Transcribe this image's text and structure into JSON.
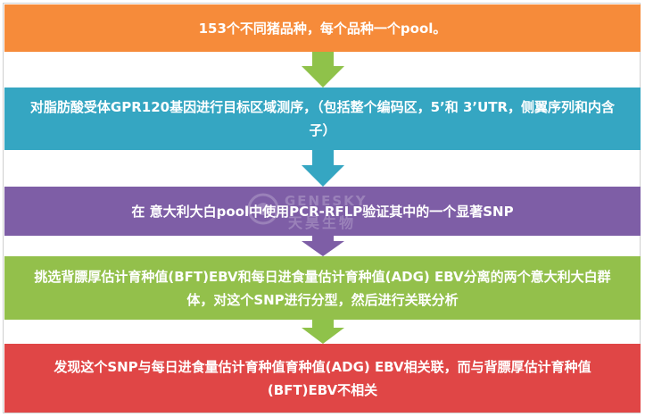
{
  "steps": [
    {
      "text": "153个不同猪品种，每个品种一个pool。",
      "color": "#f68b3a"
    },
    {
      "text": "对脂肪酸受体GPR120基因进行目标区域测序，（包括整个编码区，5’和 3’UTR，侧翼序列和内含子）",
      "color": "#35a6c2"
    },
    {
      "text": "在 意大利大白pool中使用PCR-RFLP验证其中的一个显著SNP",
      "color": "#7e5ea6"
    },
    {
      "text": "挑选背膘厚估计育种值(BFT)EBV和每日进食量估计育种值(ADG) EBV分离的两个意大利大白群体，对这个SNP进行分型，然后进行关联分析",
      "color": "#93c04b"
    },
    {
      "text": "发现这个SNP与每日进食量估计育种值育种值(ADG) EBV相关联，而与背膘厚估计育种值(BFT)EBV不相关",
      "color": "#e04646"
    }
  ],
  "arrow_color": "#8fc24a",
  "watermark": {
    "line1": "GENESKY",
    "line2": "天昊生物"
  }
}
